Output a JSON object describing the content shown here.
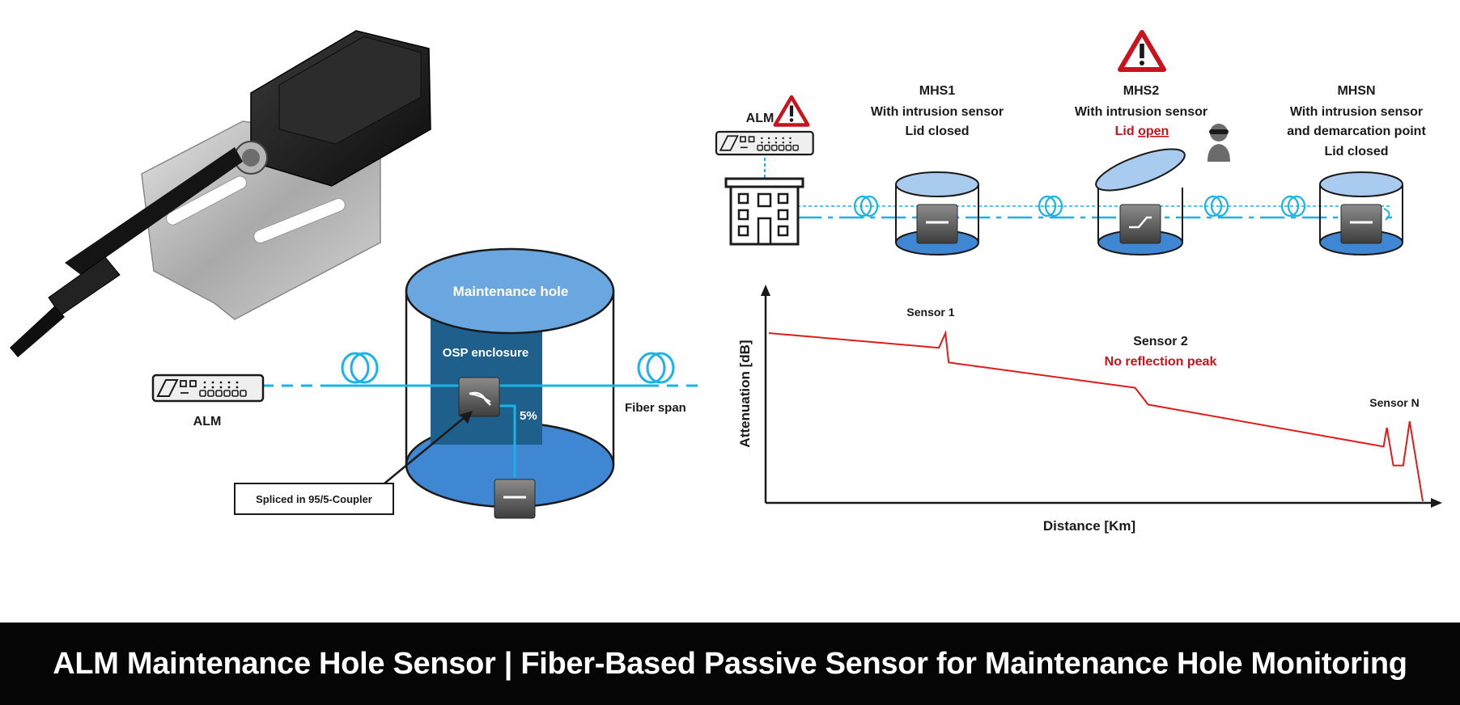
{
  "footer": {
    "title": "ALM Maintenance Hole Sensor  |  Fiber-Based Passive Sensor for Maintenance Hole Monitoring"
  },
  "left_diagram": {
    "alm_label": "ALM",
    "maintenance_hole_label": "Maintenance hole",
    "enclosure_label": "OSP enclosure",
    "coupler_ratio": "5%",
    "fiber_span_label": "Fiber span",
    "callout_label": "Spliced in 95/5-Coupler"
  },
  "network": {
    "alm_label": "ALM",
    "mhs1": {
      "title": "MHS1",
      "line1": "With intrusion sensor",
      "line2": "Lid closed"
    },
    "mhs2": {
      "title": "MHS2",
      "line1": "With intrusion sensor",
      "line2a": "Lid",
      "line2b": "open"
    },
    "mhsn": {
      "title": "MHSN",
      "line1": "With intrusion sensor",
      "line2": "and demarcation point",
      "line3": "Lid closed"
    },
    "warning_icon": "warning-triangle-icon",
    "intruder_icon": "intruder-icon",
    "building_icon": "building-icon",
    "fiber_coil_icon": "fiber-coil-icon"
  },
  "colors": {
    "fiber": "#1ab3e8",
    "hole_blue": "#3f86d3",
    "hole_light": "#6aa7e0",
    "enclosure": "#1f5f8c",
    "alert_red": "#c8141e",
    "trace_red": "#e01b1b"
  },
  "chart_data": {
    "type": "line",
    "xlabel": "Distance [Km]",
    "ylabel": "Attenuation [dB]",
    "annotations": [
      {
        "text": "Sensor 1"
      },
      {
        "text": "Sensor 2",
        "subtext": "No reflection peak"
      },
      {
        "text": "Sensor N"
      }
    ],
    "trace": [
      [
        0,
        80
      ],
      [
        0.26,
        73
      ],
      [
        0.27,
        80
      ],
      [
        0.275,
        66
      ],
      [
        0.56,
        54
      ],
      [
        0.58,
        46
      ],
      [
        0.94,
        26
      ],
      [
        0.945,
        35
      ],
      [
        0.955,
        17
      ],
      [
        0.97,
        17
      ],
      [
        0.98,
        38
      ],
      [
        1.0,
        0
      ]
    ],
    "xlim": [
      0,
      1
    ],
    "ylim": [
      0,
      100
    ]
  }
}
